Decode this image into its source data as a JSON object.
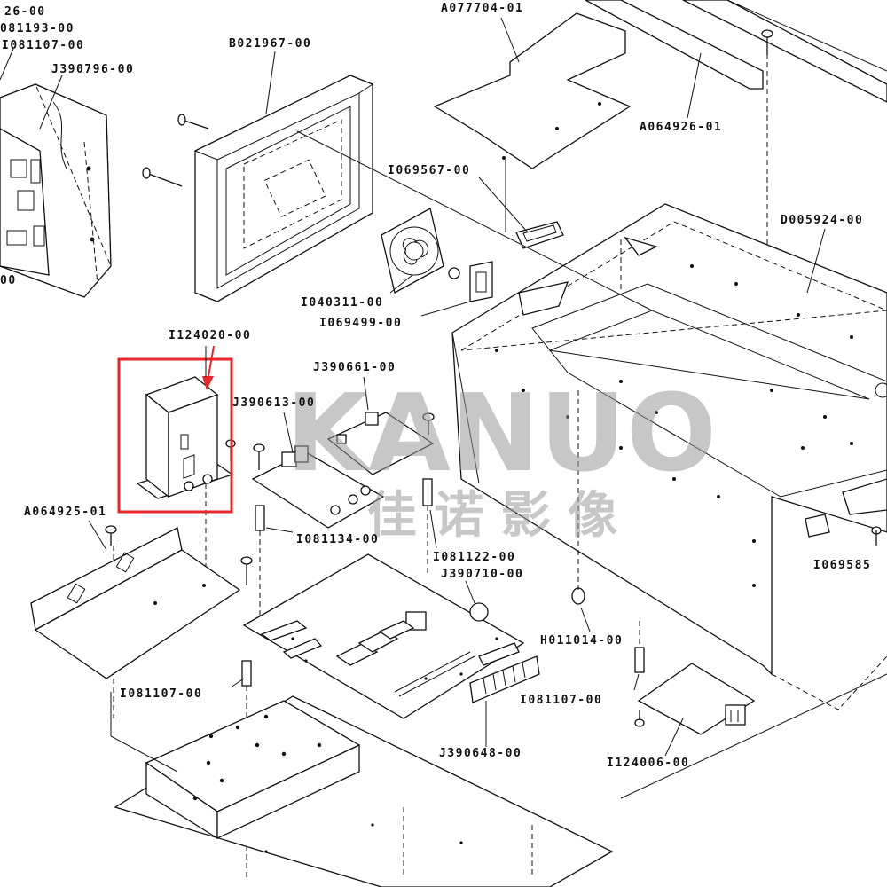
{
  "part_labels": [
    {
      "id": "l1",
      "text": "26-00"
    },
    {
      "id": "l2",
      "text": "081193-00"
    },
    {
      "id": "l3",
      "text": "I081107-00"
    },
    {
      "id": "l4",
      "text": "J390796-00"
    },
    {
      "id": "l5",
      "text": "00"
    },
    {
      "id": "l6",
      "text": "B021967-00"
    },
    {
      "id": "l7",
      "text": "A077704-01"
    },
    {
      "id": "l8",
      "text": "A064926-01"
    },
    {
      "id": "l9",
      "text": "I069567-00"
    },
    {
      "id": "l10",
      "text": "D005924-00"
    },
    {
      "id": "l11",
      "text": "I040311-00"
    },
    {
      "id": "l12",
      "text": "I069499-00"
    },
    {
      "id": "l13",
      "text": "I124020-00"
    },
    {
      "id": "l14",
      "text": "J390661-00"
    },
    {
      "id": "l15",
      "text": "J390613-00"
    },
    {
      "id": "l16",
      "text": "A064925-01"
    },
    {
      "id": "l17",
      "text": "I081134-00"
    },
    {
      "id": "l18",
      "text": "I081122-00"
    },
    {
      "id": "l19",
      "text": "J390710-00"
    },
    {
      "id": "l20",
      "text": "I069585"
    },
    {
      "id": "l21",
      "text": "H011014-00"
    },
    {
      "id": "l22",
      "text": "I081107-00"
    },
    {
      "id": "l23",
      "text": "I081107-00"
    },
    {
      "id": "l24",
      "text": "J390648-00"
    },
    {
      "id": "l25",
      "text": "I124006-00"
    }
  ],
  "watermark": {
    "brand": "KANUO",
    "chinese": "佳 诺 影 像"
  },
  "highlight": {
    "color": "#e8272d",
    "part": "I124020-00"
  }
}
